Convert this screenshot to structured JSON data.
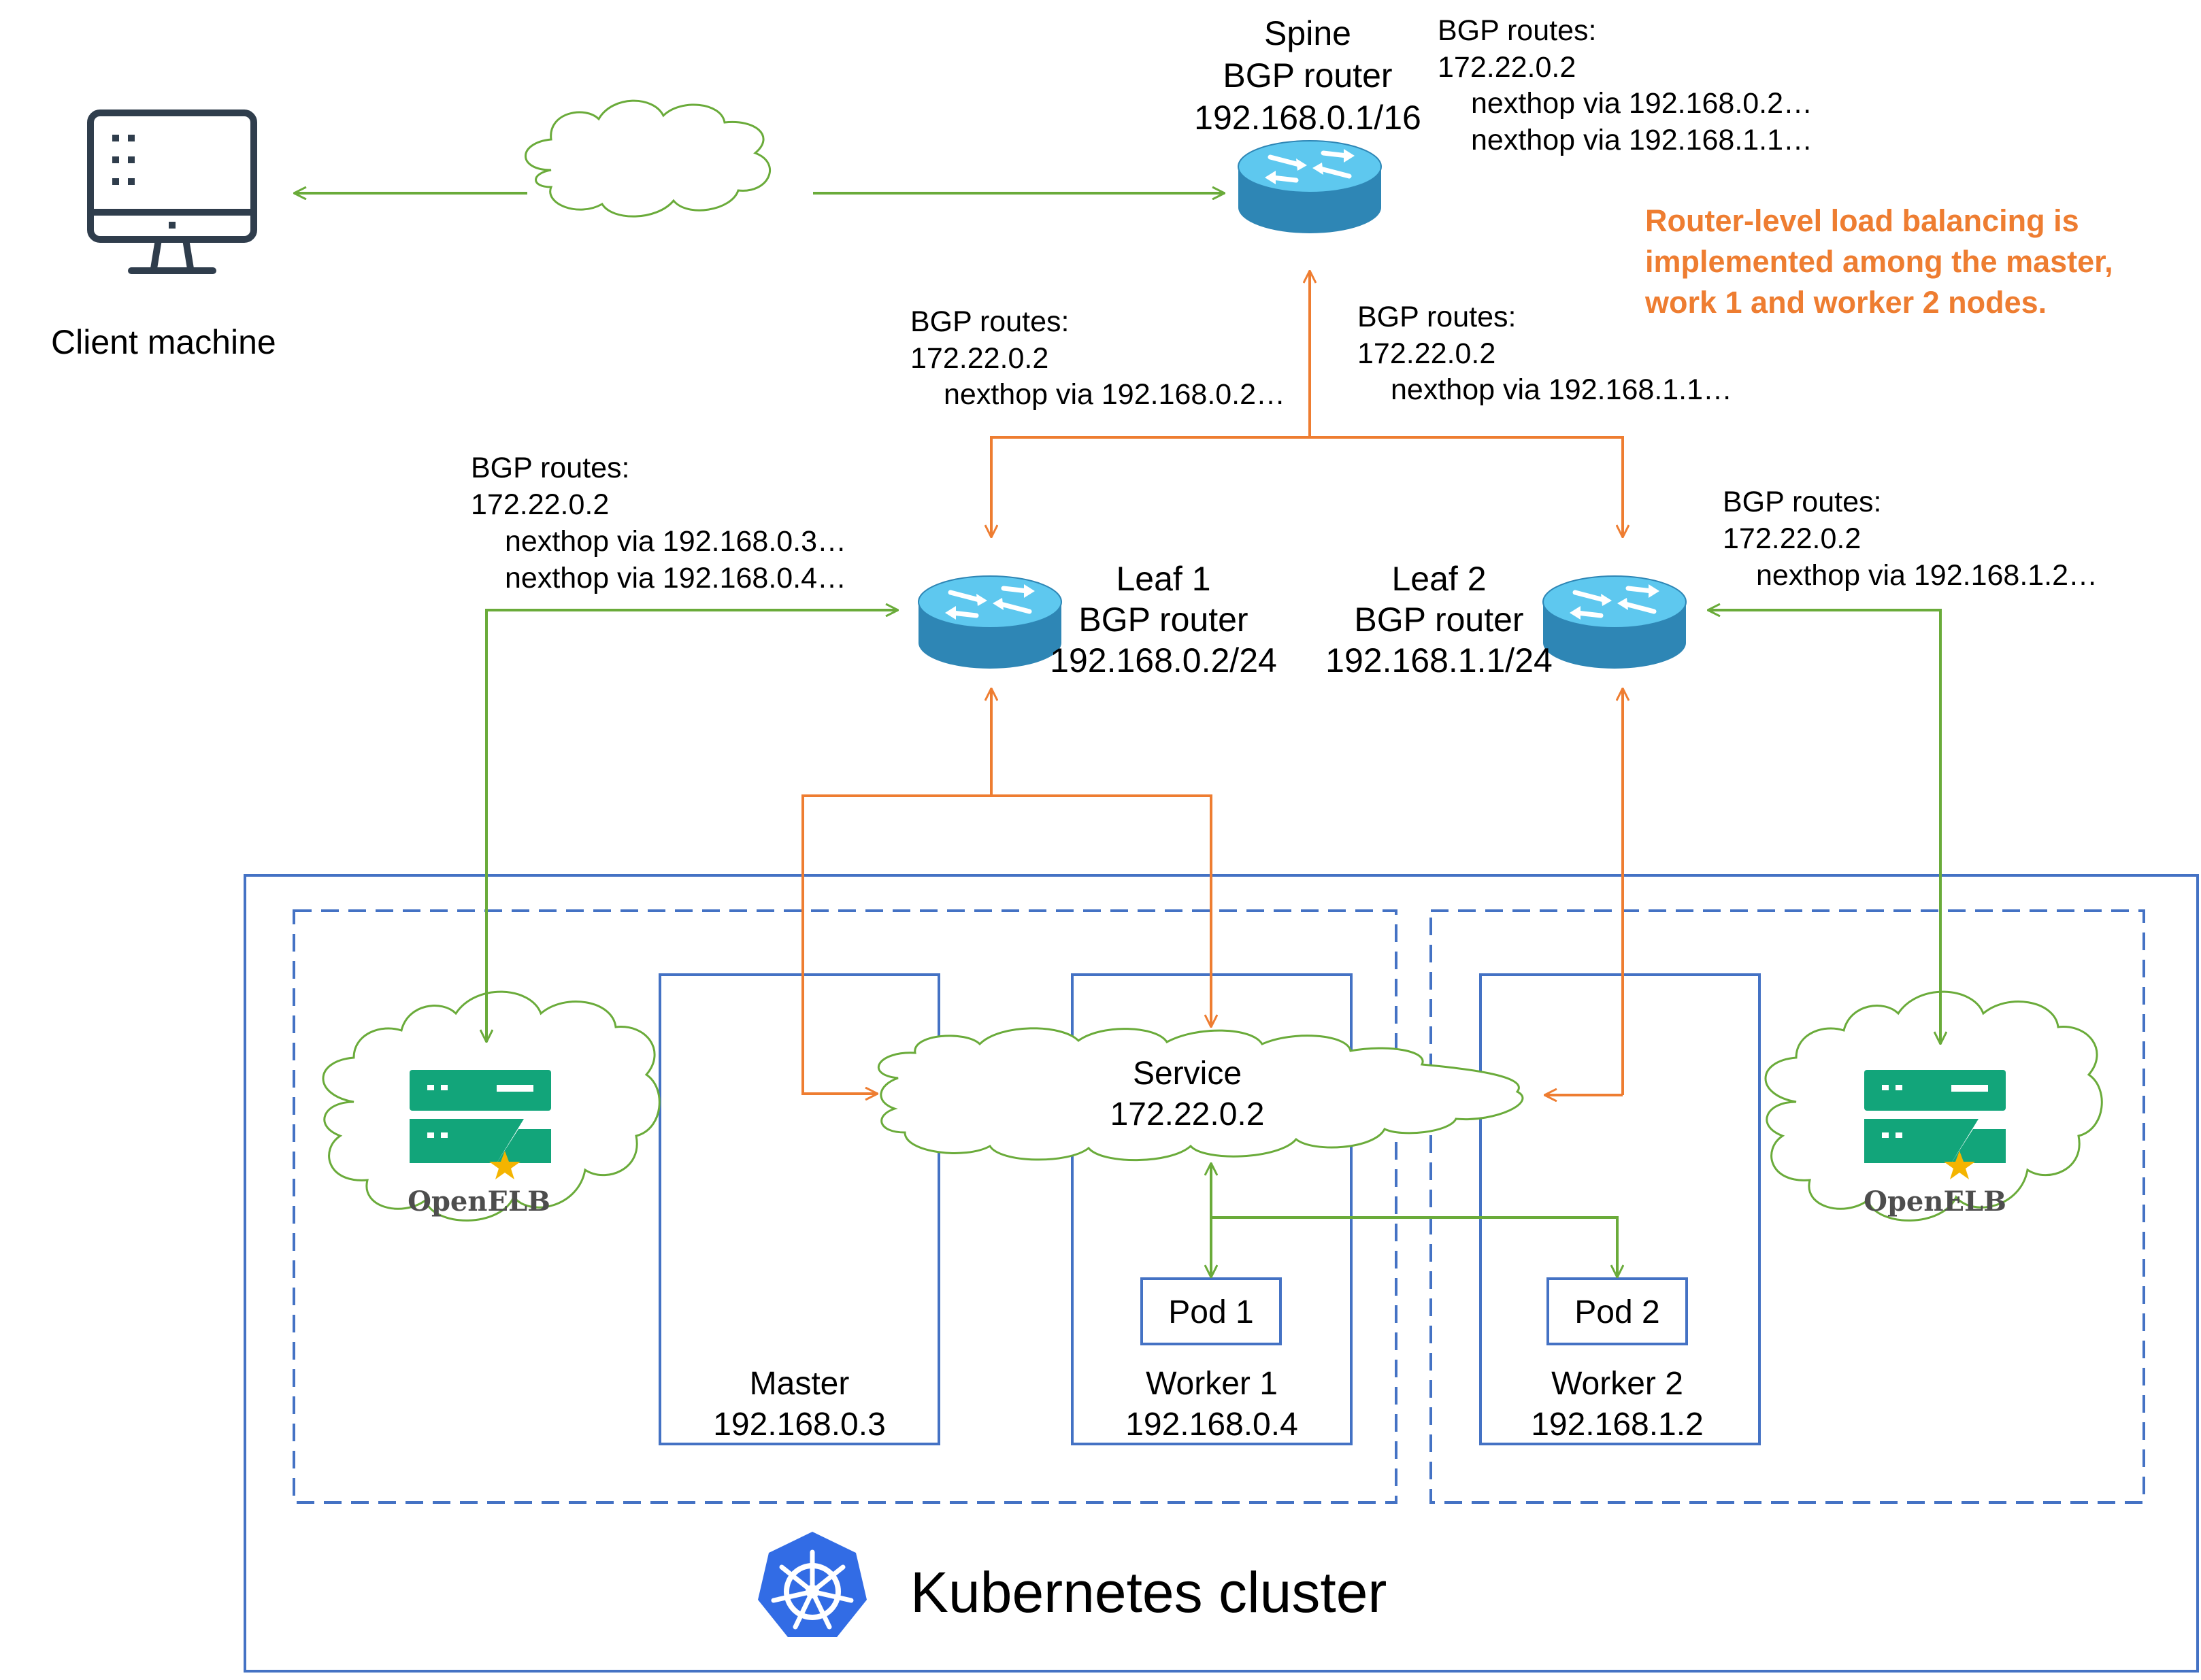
{
  "client": {
    "label": "Client machine",
    "icon": "monitor-icon"
  },
  "spine": {
    "lines": [
      "Spine",
      "BGP router",
      "192.168.0.1/16"
    ],
    "routes": [
      "BGP routes:",
      "172.22.0.2",
      "nexthop via 192.168.0.2…",
      "nexthop via 192.168.1.1…"
    ]
  },
  "leaf1": {
    "lines": [
      "Leaf 1",
      "BGP router",
      "192.168.0.2/24"
    ],
    "up_routes": [
      "BGP routes:",
      "172.22.0.2",
      "nexthop via 192.168.0.2…"
    ],
    "down_routes": [
      "BGP routes:",
      "172.22.0.2",
      "nexthop via 192.168.0.3…",
      "nexthop via 192.168.0.4…"
    ]
  },
  "leaf2": {
    "lines": [
      "Leaf 2",
      "BGP router",
      "192.168.1.1/24"
    ],
    "up_routes": [
      "BGP routes:",
      "172.22.0.2",
      "nexthop via 192.168.1.1…"
    ],
    "down_routes": [
      "BGP routes:",
      "172.22.0.2",
      "nexthop via 192.168.1.2…"
    ]
  },
  "note": [
    "Router-level load balancing is",
    "implemented among the master,",
    "work 1 and worker 2 nodes."
  ],
  "service": [
    "Service",
    "172.22.0.2"
  ],
  "nodes": {
    "master": [
      "Master",
      "192.168.0.3"
    ],
    "worker1": [
      "Worker 1",
      "192.168.0.4"
    ],
    "worker2": [
      "Worker 2",
      "192.168.1.2"
    ]
  },
  "pods": {
    "pod1": "Pod 1",
    "pod2": "Pod 2"
  },
  "openelb": {
    "left": "OpenELB",
    "right": "OpenELB"
  },
  "cluster_label": "Kubernetes cluster",
  "colors": {
    "green": "#6aab3a",
    "orange": "#ee7d31",
    "blue": "#4472c4",
    "router_top": "#5ec8ef",
    "router_body": "#2e86b5",
    "openelb_green": "#12a57a",
    "star": "#f4b400",
    "k8s_blue": "#326ce5",
    "monitor": "#2f3d4c"
  }
}
